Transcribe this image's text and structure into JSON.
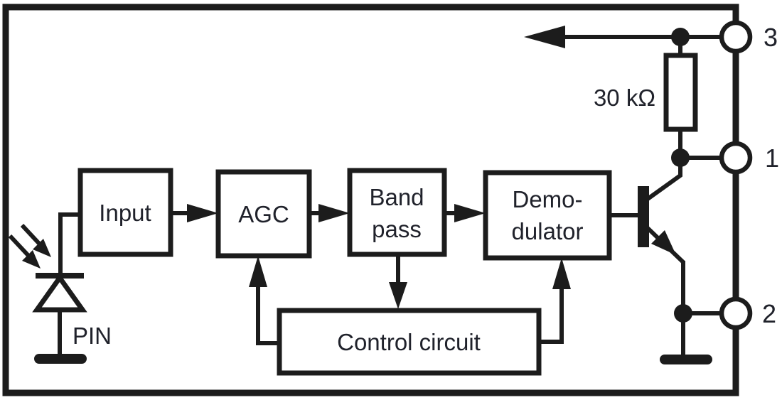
{
  "diagram": {
    "type": "block-circuit-diagram",
    "background_color": "#ffffff",
    "stroke_color": "#1c1c1c",
    "text_color": "#20222b",
    "blocks": {
      "input": {
        "label": "Input"
      },
      "agc": {
        "label": "AGC"
      },
      "band_pass": {
        "line1": "Band",
        "line2": "pass"
      },
      "demodulator": {
        "line1": "Demo-",
        "line2": "dulator"
      },
      "control_circuit": {
        "label": "Control circuit"
      }
    },
    "components": {
      "resistor": {
        "label": "30 kΩ"
      },
      "photodiode": {
        "label": "PIN"
      }
    },
    "pins": {
      "pin3": {
        "label": "3"
      },
      "pin1": {
        "label": "1"
      },
      "pin2": {
        "label": "2"
      }
    }
  }
}
